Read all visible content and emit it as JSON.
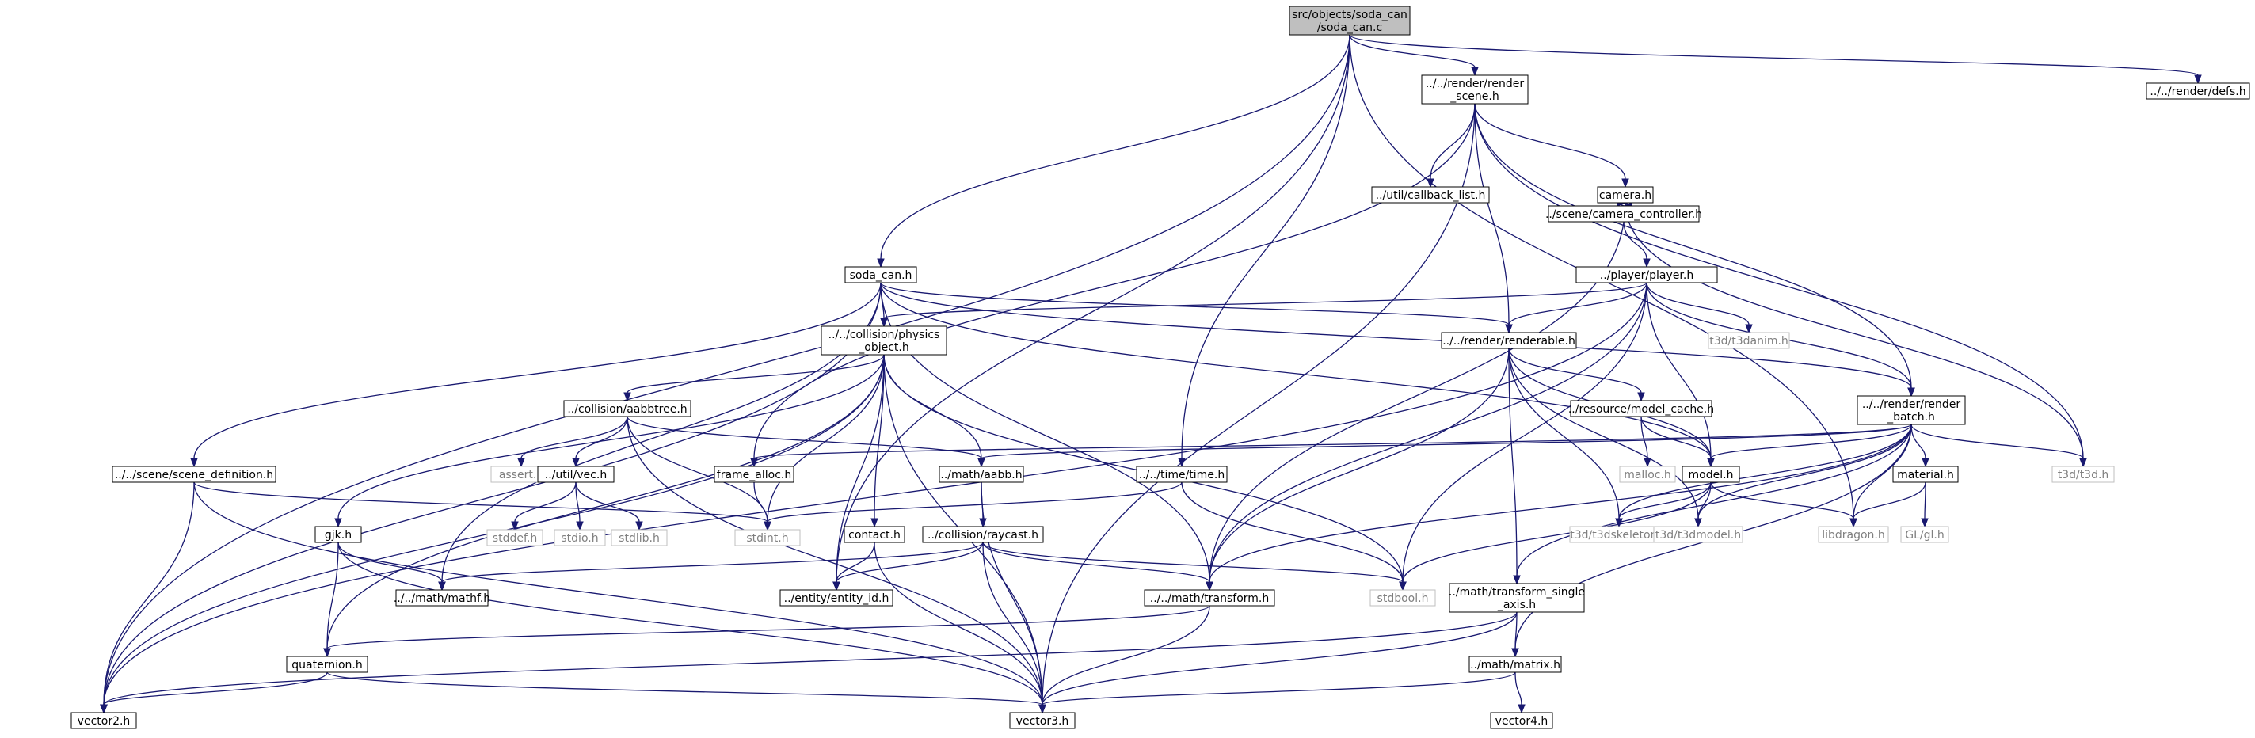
{
  "colors": {
    "edge": "#191970",
    "normal_fill": "#ffffff",
    "normal_border": "#000000",
    "system_border": "#bfbfbf",
    "system_text": "#808080",
    "root_fill": "#bfbfbf"
  },
  "nodes": [
    {
      "id": "root",
      "kind": "root",
      "lines": [
        "src/objects/soda_can",
        "/soda_can.c"
      ]
    },
    {
      "id": "render_scene",
      "kind": "normal",
      "lines": [
        "../../render/render",
        "_scene.h"
      ]
    },
    {
      "id": "render_defs",
      "kind": "normal",
      "lines": [
        "../../render/defs.h"
      ]
    },
    {
      "id": "callback_list",
      "kind": "normal",
      "lines": [
        "../util/callback_list.h"
      ]
    },
    {
      "id": "camera",
      "kind": "normal",
      "lines": [
        "camera.h"
      ]
    },
    {
      "id": "camera_controller",
      "kind": "normal",
      "lines": [
        "../scene/camera_controller.h"
      ]
    },
    {
      "id": "player",
      "kind": "normal",
      "lines": [
        "../player/player.h"
      ]
    },
    {
      "id": "soda_can_h",
      "kind": "normal",
      "lines": [
        "soda_can.h"
      ]
    },
    {
      "id": "physics_object",
      "kind": "normal",
      "lines": [
        "../../collision/physics",
        "_object.h"
      ]
    },
    {
      "id": "renderable",
      "kind": "normal",
      "lines": [
        "../../render/renderable.h"
      ]
    },
    {
      "id": "t3danim",
      "kind": "system",
      "lines": [
        "t3d/t3danim.h"
      ]
    },
    {
      "id": "render_batch",
      "kind": "normal",
      "lines": [
        "../../render/render",
        "_batch.h"
      ]
    },
    {
      "id": "aabbtree",
      "kind": "normal",
      "lines": [
        "../collision/aabbtree.h"
      ]
    },
    {
      "id": "model_cache",
      "kind": "normal",
      "lines": [
        "../resource/model_cache.h"
      ]
    },
    {
      "id": "scene_definition",
      "kind": "normal",
      "lines": [
        "../../scene/scene_definition.h"
      ]
    },
    {
      "id": "assert",
      "kind": "system",
      "lines": [
        "assert.h"
      ]
    },
    {
      "id": "util_vec",
      "kind": "normal",
      "lines": [
        "../util/vec.h"
      ]
    },
    {
      "id": "frame_alloc",
      "kind": "normal",
      "lines": [
        "frame_alloc.h"
      ]
    },
    {
      "id": "math_aabb",
      "kind": "normal",
      "lines": [
        "../math/aabb.h"
      ]
    },
    {
      "id": "time",
      "kind": "normal",
      "lines": [
        "../../time/time.h"
      ]
    },
    {
      "id": "malloc",
      "kind": "system",
      "lines": [
        "malloc.h"
      ]
    },
    {
      "id": "model",
      "kind": "normal",
      "lines": [
        "model.h"
      ]
    },
    {
      "id": "material",
      "kind": "normal",
      "lines": [
        "material.h"
      ]
    },
    {
      "id": "t3d",
      "kind": "system",
      "lines": [
        "t3d/t3d.h"
      ]
    },
    {
      "id": "stddef",
      "kind": "system",
      "lines": [
        "stddef.h"
      ]
    },
    {
      "id": "stdio",
      "kind": "system",
      "lines": [
        "stdio.h"
      ]
    },
    {
      "id": "stdlib",
      "kind": "system",
      "lines": [
        "stdlib.h"
      ]
    },
    {
      "id": "stdint",
      "kind": "system",
      "lines": [
        "stdint.h"
      ]
    },
    {
      "id": "gjk",
      "kind": "normal",
      "lines": [
        "gjk.h"
      ]
    },
    {
      "id": "contact",
      "kind": "normal",
      "lines": [
        "contact.h"
      ]
    },
    {
      "id": "raycast",
      "kind": "normal",
      "lines": [
        "../collision/raycast.h"
      ]
    },
    {
      "id": "t3dskeleton",
      "kind": "system",
      "lines": [
        "t3d/t3dskeleton.h"
      ]
    },
    {
      "id": "t3dmodel",
      "kind": "system",
      "lines": [
        "t3d/t3dmodel.h"
      ]
    },
    {
      "id": "libdragon",
      "kind": "system",
      "lines": [
        "libdragon.h"
      ]
    },
    {
      "id": "glgl",
      "kind": "system",
      "lines": [
        "GL/gl.h"
      ]
    },
    {
      "id": "mathf",
      "kind": "normal",
      "lines": [
        "../../math/mathf.h"
      ]
    },
    {
      "id": "entity_id",
      "kind": "normal",
      "lines": [
        "../entity/entity_id.h"
      ]
    },
    {
      "id": "transform",
      "kind": "normal",
      "lines": [
        "../../math/transform.h"
      ]
    },
    {
      "id": "stdbool",
      "kind": "system",
      "lines": [
        "stdbool.h"
      ]
    },
    {
      "id": "transform_single",
      "kind": "normal",
      "lines": [
        "../math/transform_single",
        "_axis.h"
      ]
    },
    {
      "id": "quaternion",
      "kind": "normal",
      "lines": [
        "quaternion.h"
      ]
    },
    {
      "id": "matrix",
      "kind": "normal",
      "lines": [
        "../math/matrix.h"
      ]
    },
    {
      "id": "vector2",
      "kind": "normal",
      "lines": [
        "vector2.h"
      ]
    },
    {
      "id": "vector3",
      "kind": "normal",
      "lines": [
        "vector3.h"
      ]
    },
    {
      "id": "vector4",
      "kind": "normal",
      "lines": [
        "vector4.h"
      ]
    }
  ],
  "edges": [
    [
      "root",
      "render_scene"
    ],
    [
      "root",
      "render_defs"
    ],
    [
      "root",
      "soda_can_h"
    ],
    [
      "root",
      "time"
    ],
    [
      "root",
      "entity_id"
    ],
    [
      "root",
      "vector2"
    ],
    [
      "root",
      "libdragon"
    ],
    [
      "render_scene",
      "callback_list"
    ],
    [
      "render_scene",
      "camera"
    ],
    [
      "render_scene",
      "frame_alloc"
    ],
    [
      "render_scene",
      "renderable"
    ],
    [
      "render_scene",
      "render_batch"
    ],
    [
      "render_scene",
      "t3d"
    ],
    [
      "render_scene",
      "vector3"
    ],
    [
      "camera",
      "camera_controller"
    ],
    [
      "camera_controller",
      "camera"
    ],
    [
      "camera",
      "transform"
    ],
    [
      "camera",
      "t3d"
    ],
    [
      "camera_controller",
      "player"
    ],
    [
      "player",
      "physics_object"
    ],
    [
      "player",
      "renderable"
    ],
    [
      "player",
      "t3danim"
    ],
    [
      "player",
      "render_batch"
    ],
    [
      "player",
      "model"
    ],
    [
      "player",
      "transform"
    ],
    [
      "player",
      "stdbool"
    ],
    [
      "player",
      "vector2"
    ],
    [
      "soda_can_h",
      "physics_object"
    ],
    [
      "soda_can_h",
      "renderable"
    ],
    [
      "soda_can_h",
      "render_batch"
    ],
    [
      "soda_can_h",
      "scene_definition"
    ],
    [
      "soda_can_h",
      "transform"
    ],
    [
      "soda_can_h",
      "mathf"
    ],
    [
      "soda_can_h",
      "vector2"
    ],
    [
      "soda_can_h",
      "model"
    ],
    [
      "physics_object",
      "aabbtree"
    ],
    [
      "physics_object",
      "math_aabb"
    ],
    [
      "physics_object",
      "gjk"
    ],
    [
      "physics_object",
      "contact"
    ],
    [
      "physics_object",
      "stdint"
    ],
    [
      "physics_object",
      "entity_id"
    ],
    [
      "physics_object",
      "stdbool"
    ],
    [
      "physics_object",
      "quaternion"
    ],
    [
      "physics_object",
      "vector3"
    ],
    [
      "physics_object",
      "vector2"
    ],
    [
      "renderable",
      "model_cache"
    ],
    [
      "renderable",
      "model"
    ],
    [
      "renderable",
      "transform"
    ],
    [
      "renderable",
      "transform_single"
    ],
    [
      "renderable",
      "t3dskeleton"
    ],
    [
      "renderable",
      "t3dmodel"
    ],
    [
      "render_batch",
      "frame_alloc"
    ],
    [
      "render_batch",
      "math_aabb"
    ],
    [
      "render_batch",
      "model"
    ],
    [
      "render_batch",
      "material"
    ],
    [
      "render_batch",
      "t3d"
    ],
    [
      "render_batch",
      "libdragon"
    ],
    [
      "render_batch",
      "matrix"
    ],
    [
      "render_batch",
      "t3dskeleton"
    ],
    [
      "render_batch",
      "t3dmodel"
    ],
    [
      "render_batch",
      "transform"
    ],
    [
      "render_batch",
      "transform_single"
    ],
    [
      "aabbtree",
      "assert"
    ],
    [
      "aabbtree",
      "util_vec"
    ],
    [
      "aabbtree",
      "stdint"
    ],
    [
      "aabbtree",
      "math_aabb"
    ],
    [
      "aabbtree",
      "vector3"
    ],
    [
      "model_cache",
      "malloc"
    ],
    [
      "model_cache",
      "model"
    ],
    [
      "scene_definition",
      "stdint"
    ],
    [
      "scene_definition",
      "vector2"
    ],
    [
      "scene_definition",
      "vector3"
    ],
    [
      "util_vec",
      "stddef"
    ],
    [
      "util_vec",
      "stdio"
    ],
    [
      "util_vec",
      "stdlib"
    ],
    [
      "frame_alloc",
      "stdint"
    ],
    [
      "math_aabb",
      "raycast"
    ],
    [
      "math_aabb",
      "vector3"
    ],
    [
      "time",
      "stdint"
    ],
    [
      "time",
      "stdbool"
    ],
    [
      "model",
      "t3dskeleton"
    ],
    [
      "model",
      "t3dmodel"
    ],
    [
      "model",
      "libdragon"
    ],
    [
      "model",
      "stdbool"
    ],
    [
      "material",
      "libdragon"
    ],
    [
      "material",
      "glgl"
    ],
    [
      "gjk",
      "mathf"
    ],
    [
      "gjk",
      "quaternion"
    ],
    [
      "gjk",
      "vector3"
    ],
    [
      "contact",
      "entity_id"
    ],
    [
      "contact",
      "vector3"
    ],
    [
      "raycast",
      "mathf"
    ],
    [
      "raycast",
      "entity_id"
    ],
    [
      "raycast",
      "transform"
    ],
    [
      "raycast",
      "vector3"
    ],
    [
      "raycast",
      "stdbool"
    ],
    [
      "transform",
      "quaternion"
    ],
    [
      "transform",
      "vector3"
    ],
    [
      "transform_single",
      "matrix"
    ],
    [
      "transform_single",
      "vector2"
    ],
    [
      "transform_single",
      "vector3"
    ],
    [
      "quaternion",
      "vector2"
    ],
    [
      "quaternion",
      "vector3"
    ],
    [
      "matrix",
      "vector4"
    ],
    [
      "matrix",
      "vector3"
    ]
  ]
}
